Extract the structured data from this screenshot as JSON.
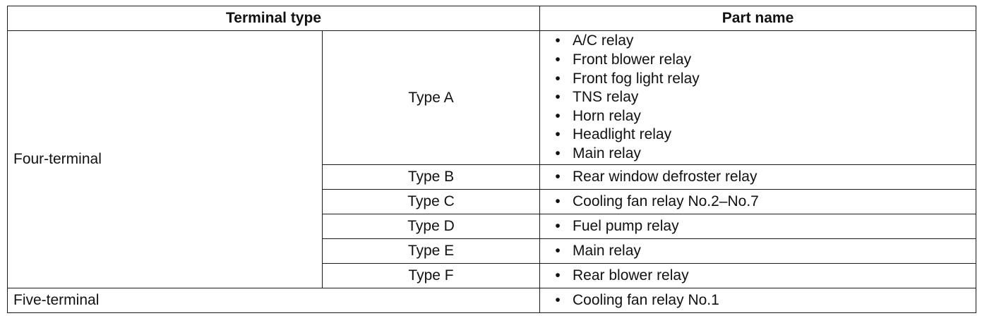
{
  "header": {
    "terminal_type": "Terminal type",
    "part_name": "Part name"
  },
  "bullet": "•",
  "groups": [
    {
      "label": "Four-terminal",
      "types": [
        {
          "label": "Type A",
          "parts": [
            "A/C relay",
            "Front blower relay",
            "Front fog light relay",
            "TNS relay",
            "Horn relay",
            "Headlight relay",
            "Main relay"
          ]
        },
        {
          "label": "Type B",
          "parts": [
            "Rear window defroster relay"
          ]
        },
        {
          "label": "Type C",
          "parts": [
            "Cooling fan relay No.2–No.7"
          ]
        },
        {
          "label": "Type D",
          "parts": [
            "Fuel pump relay"
          ]
        },
        {
          "label": "Type E",
          "parts": [
            "Main relay"
          ]
        },
        {
          "label": "Type F",
          "parts": [
            "Rear blower relay"
          ]
        }
      ]
    },
    {
      "label": "Five-terminal",
      "parts": [
        "Cooling fan relay No.1"
      ]
    }
  ]
}
